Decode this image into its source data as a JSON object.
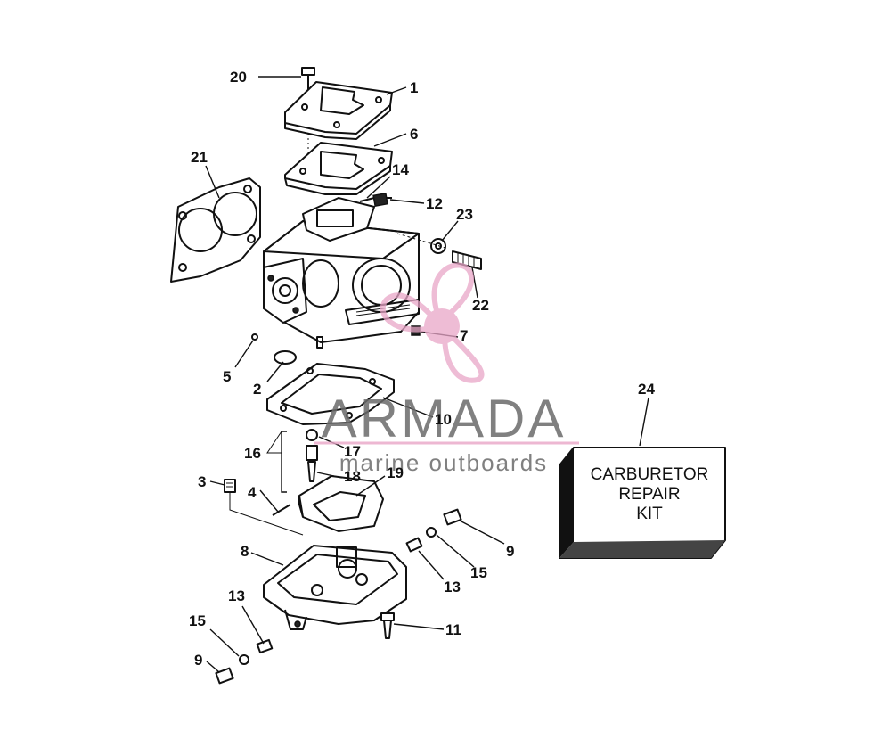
{
  "labels": {
    "l1": "1",
    "l2": "2",
    "l3": "3",
    "l4": "4",
    "l5": "5",
    "l6": "6",
    "l7": "7",
    "l8": "8",
    "l9a": "9",
    "l9b": "9",
    "l10": "10",
    "l11": "11",
    "l12": "12",
    "l13a": "13",
    "l13b": "13",
    "l14": "14",
    "l15a": "15",
    "l15b": "15",
    "l16": "16",
    "l17": "17",
    "l18": "18",
    "l19": "19",
    "l20": "20",
    "l21": "21",
    "l22": "22",
    "l23": "23",
    "l24": "24"
  },
  "kit": {
    "line1": "CARBURETOR",
    "line2": "REPAIR",
    "line3": "KIT"
  },
  "watermark": {
    "brand": "ARMADA",
    "tagline": "marine outboards",
    "logo": "propeller-logo",
    "color": "#e9a6c8"
  }
}
